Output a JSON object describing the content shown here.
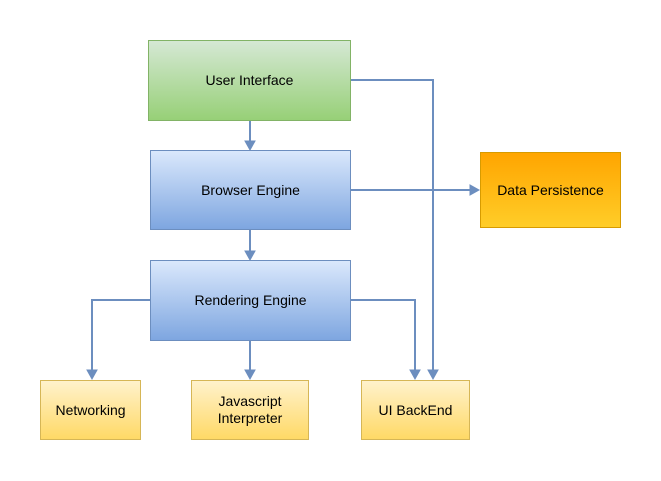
{
  "diagram": {
    "nodes": {
      "user_interface": "User Interface",
      "browser_engine": "Browser Engine",
      "data_persistence": "Data Persistence",
      "rendering_engine": "Rendering Engine",
      "networking": "Networking",
      "javascript_interpreter": "Javascript\nInterpreter",
      "ui_backend": "UI BackEnd"
    },
    "edges": [
      {
        "from": "User Interface",
        "to": "Browser Engine"
      },
      {
        "from": "User Interface",
        "to": "UI BackEnd"
      },
      {
        "from": "Browser Engine",
        "to": "Data Persistence"
      },
      {
        "from": "Browser Engine",
        "to": "Rendering Engine"
      },
      {
        "from": "Rendering Engine",
        "to": "Networking"
      },
      {
        "from": "Rendering Engine",
        "to": "Javascript\nInterpreter"
      },
      {
        "from": "Rendering Engine",
        "to": "UI BackEnd"
      }
    ],
    "colors": {
      "connector": "#6c8ebf",
      "green_fill_top": "#d5e8d4",
      "green_fill_bottom": "#97d077",
      "green_border": "#82b366",
      "blue_fill_top": "#dae8fc",
      "blue_fill_bottom": "#7ea6e0",
      "blue_border": "#6c8ebf",
      "orange_fill_top": "#ffa500",
      "orange_fill_bottom": "#ffcd28",
      "orange_border": "#d79b00",
      "yellow_fill_top": "#fff2cc",
      "yellow_fill_bottom": "#ffd966",
      "yellow_border": "#d6b656"
    }
  }
}
